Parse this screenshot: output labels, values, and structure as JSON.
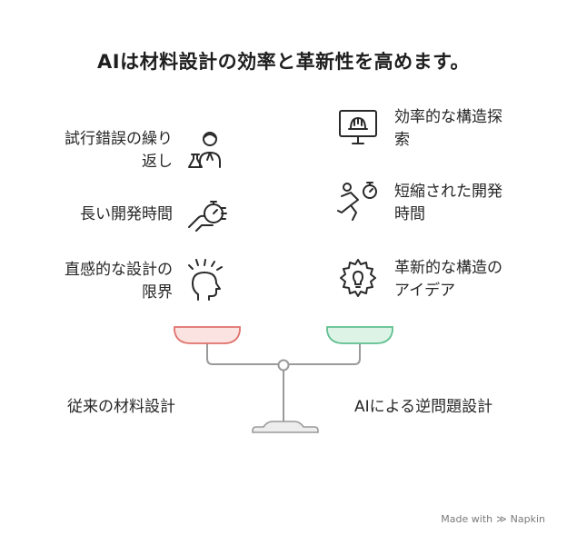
{
  "title": "AIは材料設計の効率と革新性を高めます。",
  "left_items": [
    {
      "line1": "試行錯誤の繰り",
      "line2": "返し",
      "icon": "scientist-flask-icon"
    },
    {
      "line1": "長い開発時間",
      "line2": "",
      "icon": "hand-stopwatch-icon"
    },
    {
      "line1": "直感的な設計の",
      "line2": "限界",
      "icon": "head-confused-icon"
    }
  ],
  "right_items": [
    {
      "line1": "効率的な構造探",
      "line2": "索",
      "icon": "monitor-helmet-icon"
    },
    {
      "line1": "短縮された開発",
      "line2": "時間",
      "icon": "running-stopwatch-icon"
    },
    {
      "line1": "革新的な構造の",
      "line2": "アイデア",
      "icon": "gear-bulb-icon"
    }
  ],
  "bottom": {
    "left_label": "従来の材料設計",
    "right_label": "AIによる逆問題設計"
  },
  "colors": {
    "left_pan_fill": "#fbe3e1",
    "left_pan_stroke": "#e0716b",
    "right_pan_fill": "#dcf3e6",
    "right_pan_stroke": "#5fbf8f",
    "stand": "#9a9a9a"
  },
  "credit": {
    "prefix": "Made with",
    "brand": "Napkin"
  }
}
